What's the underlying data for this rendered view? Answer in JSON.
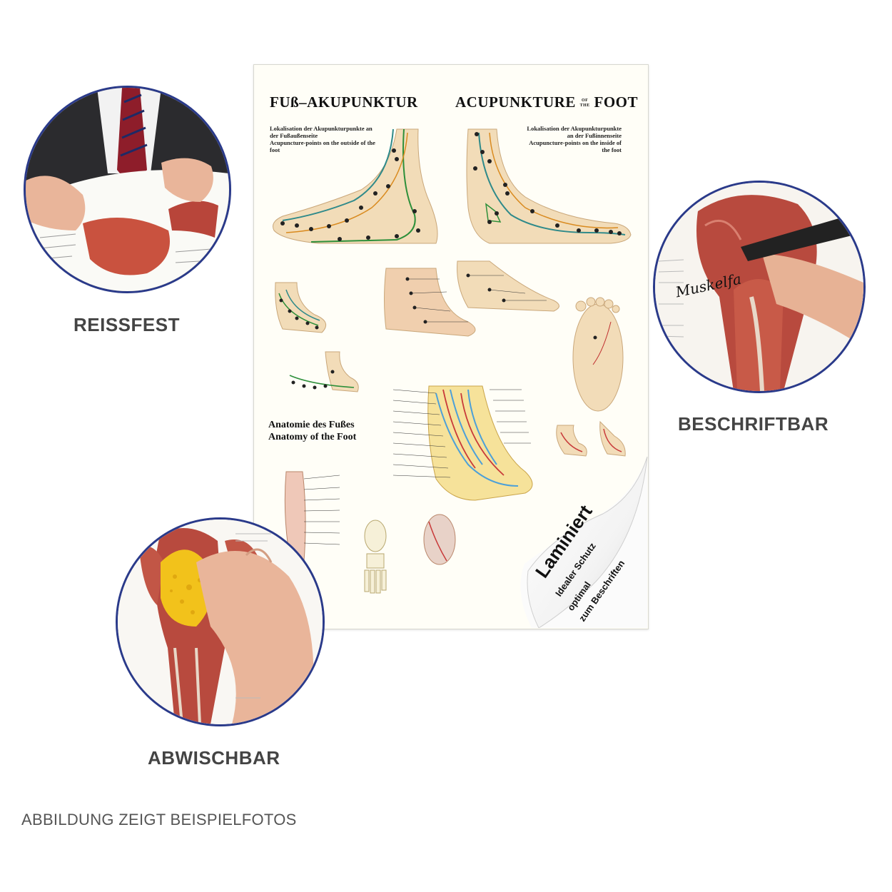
{
  "poster": {
    "title_de": "FUß–AKUPUNKTUR",
    "title_en": "ACUPUNKTURE",
    "title_en_of": "OF",
    "title_en_the": "THE",
    "title_en_foot": "FOOT",
    "left_sub_de": "Lokalisation der Akupunkturpunkte an der Fußaußenseite",
    "left_sub_en": "Acupuncture-points on the outside of the foot",
    "right_sub_de": "Lokalisation der Akupunkturpunkte an der Fußinnenseite",
    "right_sub_en": "Acupuncture-points on the inside of the foot",
    "anatomy_de": "Anatomie des Fußes",
    "anatomy_en": "Anatomy of the Foot"
  },
  "laminate": {
    "title": "Laminiert",
    "line1": "Idealer Schutz",
    "line2": "optimal",
    "line3": "zum Beschriften"
  },
  "features": {
    "reissfest": "REISSFEST",
    "beschriftbar": "BESCHRIFTBAR",
    "abwischbar": "ABWISCHBAR"
  },
  "handwriting": "Muskelfa",
  "caption": "ABBILDUNG ZEIGT BEISPIELFOTOS",
  "colors": {
    "circle_border": "#2a3a8a",
    "label": "#444444",
    "muscle": "#b8453a",
    "sponge": "#f2c21b"
  }
}
